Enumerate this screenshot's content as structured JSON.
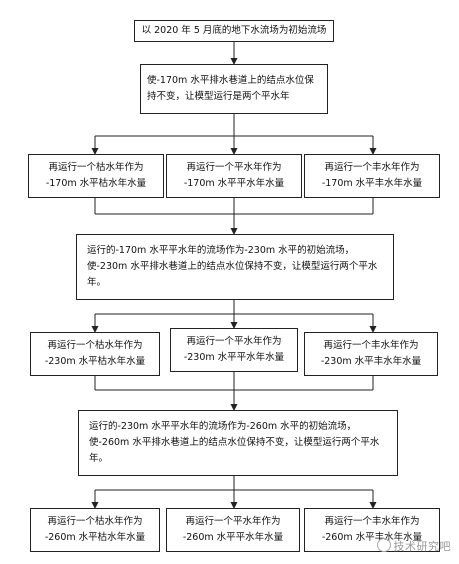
{
  "top": "以 2020 年 5 月底的地下水流场为初始流场",
  "step1": "使-170m 水平排水巷道上的结点水位保持不变，让模型运行是两个平水年",
  "row1": [
    {
      "line1": "再运行一个枯水年作为",
      "line2": "-170m 水平枯水年水量"
    },
    {
      "line1": "再运行一个平水年作为",
      "line2": "-170m 水平平水年水量"
    },
    {
      "line1": "再运行一个丰水年作为",
      "line2": "-170m 水平丰水年水量"
    }
  ],
  "step2": "运行的-170m 水平平水年的流场作为-230m 水平的初始流场，使-230m 水平排水巷道上的结点水位保持不变，让模型运行两个平水年。",
  "row2": [
    {
      "line1": "再运行一个枯水年作为",
      "line2": "-230m 水平枯水年水量"
    },
    {
      "line1": "再运行一个平水年作为",
      "line2": "-230m 水平平水年水量"
    },
    {
      "line1": "再运行一个丰水年作为",
      "line2": "-230m 水平丰水年水量"
    }
  ],
  "step3": "运行的-230m 水平平水年的流场作为-260m 水平的初始流场，使-260m 水平排水巷道上的结点水位保持不变，让模型运行两个平水年。",
  "row3": [
    {
      "line1": "再运行一个枯水年作为",
      "line2": "-260m 水平枯水年水量"
    },
    {
      "line1": "再运行一个平水年作为",
      "line2": "-260m 水平平水年水量"
    },
    {
      "line1": "再运行一个丰水年作为",
      "line2": "-260m 水平丰水年水量"
    }
  ],
  "watermark": "技术研究吧"
}
